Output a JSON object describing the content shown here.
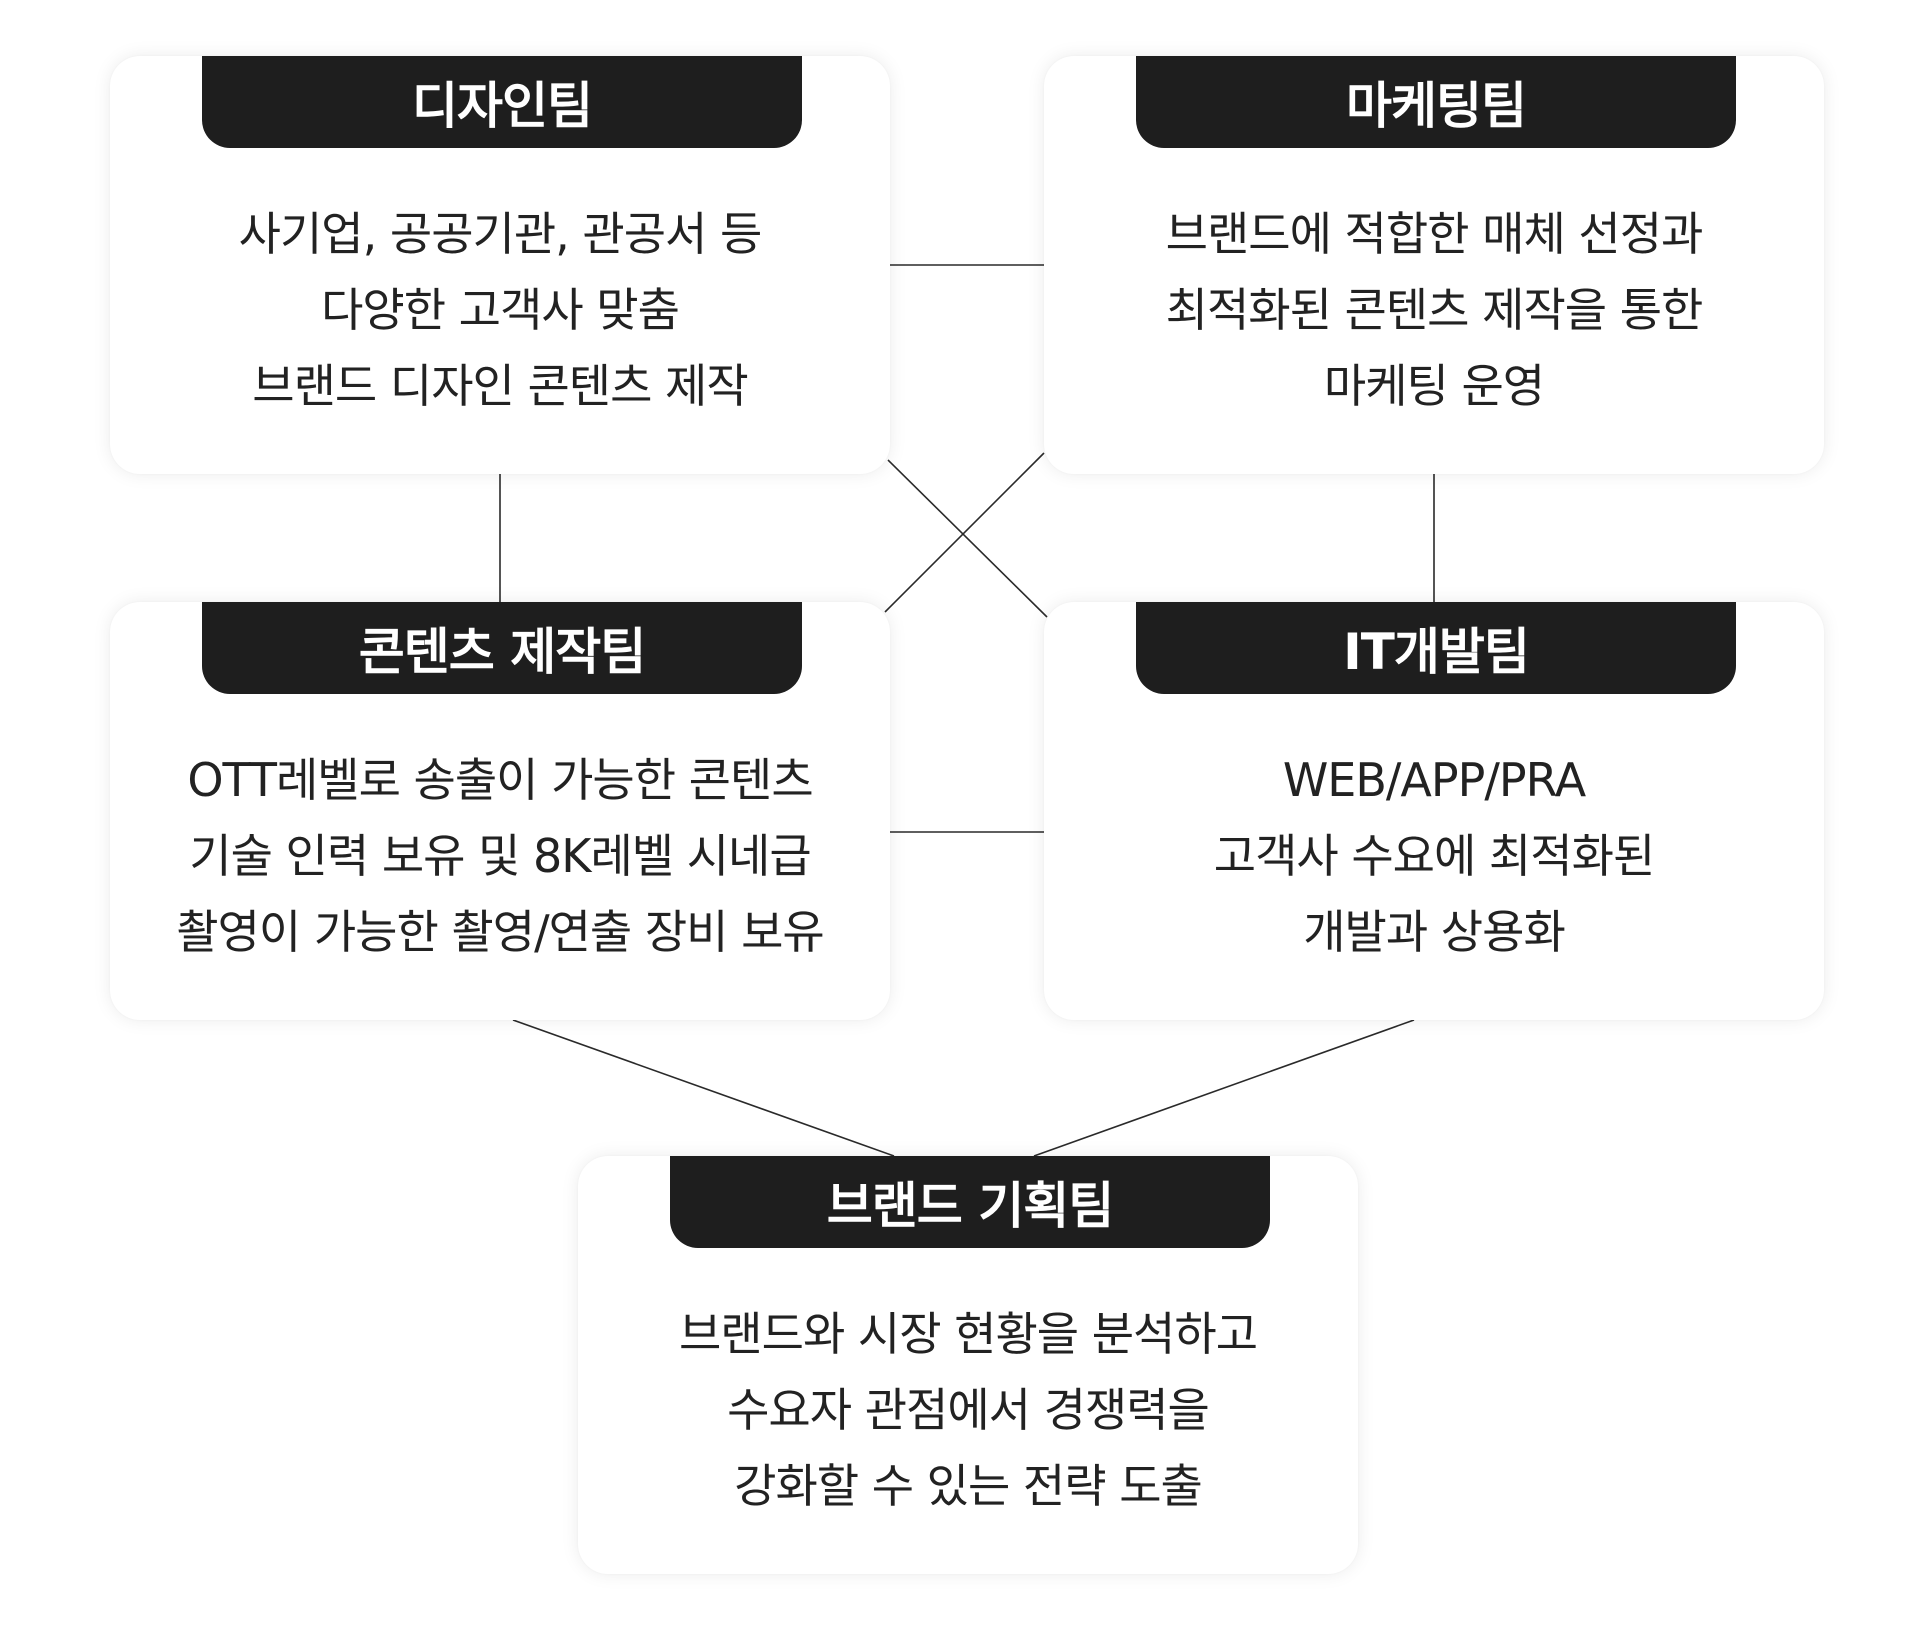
{
  "teams": {
    "design": {
      "title": "디자인팀",
      "lines": [
        "사기업, 공공기관, 관공서 등",
        "다양한 고객사 맞춤",
        "브랜드 디자인 콘텐츠 제작"
      ]
    },
    "marketing": {
      "title": "마케팅팀",
      "lines": [
        "브랜드에 적합한 매체 선정과",
        "최적화된 콘텐츠 제작을 통한",
        "마케팅 운영"
      ]
    },
    "content": {
      "title": "콘텐츠 제작팀",
      "lines": [
        "OTT레벨로 송출이 가능한 콘텐츠",
        "기술 인력 보유 및 8K레벨 시네급",
        "촬영이 가능한 촬영/연출 장비 보유"
      ]
    },
    "it": {
      "title": "IT개발팀",
      "lines": [
        "WEB/APP/PRA",
        "고객사 수요에 최적화된",
        "개발과 상용화"
      ]
    },
    "brand": {
      "title": "브랜드 기획팀",
      "lines": [
        "브랜드와 시장 현황을 분석하고",
        "수요자 관점에서 경쟁력을",
        "강화할 수 있는 전략 도출"
      ]
    }
  },
  "colors": {
    "header_background": "#1e1e1e",
    "header_text": "#ffffff",
    "body_text": "#222222",
    "connector": "#2a2a2a"
  }
}
